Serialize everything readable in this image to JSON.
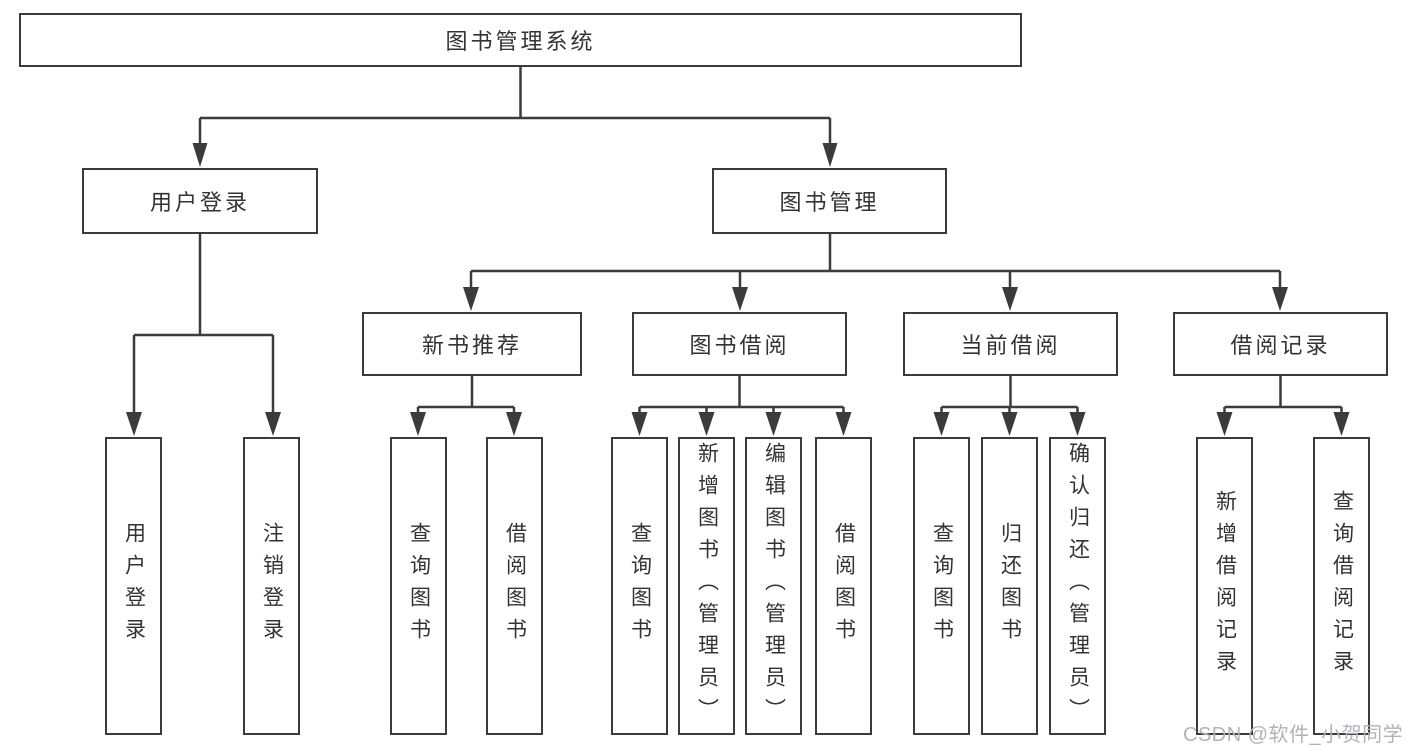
{
  "tree": {
    "root": "图书管理系统",
    "branches": [
      {
        "label": "用户登录",
        "children": [
          "用户登录",
          "注销登录"
        ]
      },
      {
        "label": "图书管理",
        "children": [
          {
            "label": "新书推荐",
            "children": [
              "查询图书",
              "借阅图书"
            ]
          },
          {
            "label": "图书借阅",
            "children": [
              "查询图书",
              "新增图书（管理员）",
              "编辑图书（管理员）",
              "借阅图书"
            ]
          },
          {
            "label": "当前借阅",
            "children": [
              "查询图书",
              "归还图书",
              "确认归还（管理员）"
            ]
          },
          {
            "label": "借阅记录",
            "children": [
              "新增借阅记录",
              "查询借阅记录"
            ]
          }
        ]
      }
    ]
  },
  "watermark": "CSDN @软件_小贺同学",
  "colors": {
    "line": "#3b3b3b",
    "text": "#333333",
    "watermark": "#b2b2ba",
    "background": "#ffffff"
  }
}
